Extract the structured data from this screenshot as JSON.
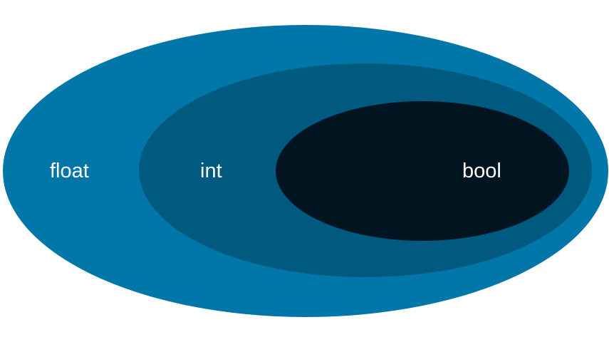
{
  "diagram": {
    "sets": [
      {
        "label": "float",
        "color": "#0077A8"
      },
      {
        "label": "int",
        "color": "#005A80"
      },
      {
        "label": "bool",
        "color": "#011521"
      }
    ]
  }
}
